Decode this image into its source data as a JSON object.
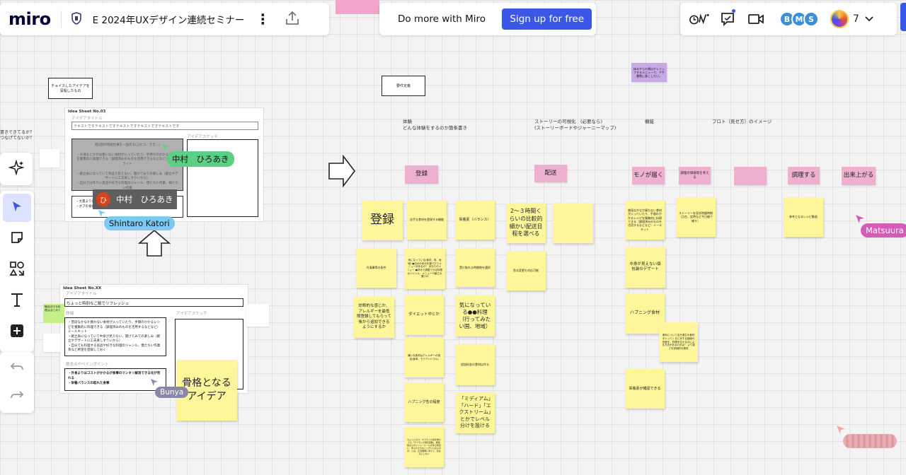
{
  "header": {
    "logo": "miro",
    "board_title": "E 2024年UXデザイン連続セミナー",
    "more_icon": "⋮"
  },
  "promo": {
    "text": "Do more with Miro",
    "signup_label": "Sign up for free"
  },
  "collaborators": {
    "avatars": [
      {
        "initial": "B",
        "color": "#3a8fd6"
      },
      {
        "initial": "M",
        "color": "#3a8fd6"
      },
      {
        "initial": "S",
        "color": "#3a8fd6"
      }
    ],
    "count": "7"
  },
  "left_frame": {
    "label_box": "チョイスしたアイデアを\n深堀したもの",
    "side_text": "書きできてるか？\nつなげてないか？",
    "sheet1_title": "Idea Sheet No.03",
    "sheet1_subtitle": "アイデアタイトル",
    "sheet1_input": "テキストですテキストですテキストですテキストですテキストです",
    "sheet1_sketch_label": "アイデアスケッチ",
    "sheet1_body": "週1回の時短仕事を一品作る(ふたつ、でき…)\n\n・冷凍なとかかは使いない食材が入っていたり、手持ちのかかるレシピを獲集的に調理できる（調理済みのものを活用できるなどなど）ホームライト\n\n・献立表になっていて単品で見えない、開けてみての楽しみ（献立やデザートに工夫楽しすりいから）\n・自分では作りい良品や好きな料理のジャンル、僕たちい作業、様たちい作業",
    "sheet1_note": "・大量よりはコストがかかる\n・オプの食提",
    "sheet2_title": "Idea Sheet No.XX",
    "sheet2_subtitle": "アイデアタイトル",
    "sheet2_input": "ちょっと特別なご飯でリフレッシュ",
    "sheet2_detail_label": "詳細",
    "sheet2_detail": "・普段なかなか買わない食材が入っていたり、手間のかかるレシピを獲集的に料理できる（調理済みのものを活用するなどなど）ミールキット\n・献立表になっていて中身が見えない、開けてみての楽しみ（献立やデザートに工夫楽しすりいから）\n・自分でも料理する良品や好きな料理のジャンル、僕たちい作業系など希望を登録しておく",
    "sheet2_sketch_label": "アイデアスケッチ",
    "sheet2_concern_label": "懸念点やペインポイント",
    "sheet2_concern": "・外食よりはコストがかかるが食事のマンネリ解消できる化が見れる\n・栄養バランスの取れた食事"
  },
  "left_stickies": {
    "skeleton": "骨格となる\nアイデア",
    "tiny_green": "魅品(好きな料理)はまとめて"
  },
  "right_frame": {
    "label_box": "要件定義",
    "col_experience": "体験\nどんな体験をするのか箇条書き",
    "col_story": "ストーリーの可視化　(必要なら)\n(ストーリーボードやジャーニーマップ)",
    "col_function": "機能",
    "col_prototype": "プロト（見せ方）のイメージ",
    "purple_note": "体みやらの頻出やレリックするメニューで、ア手書数に基こしたい。"
  },
  "pink_notes": [
    {
      "text": "登録"
    },
    {
      "text": "配送"
    },
    {
      "text": "モノが届く"
    },
    {
      "text": "調理の価値等を考える"
    },
    {
      "text": ""
    },
    {
      "text": "調理する"
    },
    {
      "text": "出来上がる"
    }
  ],
  "stickies": [
    {
      "text": "登録"
    },
    {
      "text": "苦手な食材を登録する機能"
    },
    {
      "text": "栄養素（バランス）"
    },
    {
      "text": "2〜３時間くらいの比較的細かい配送日程を選べる"
    },
    {
      "text": ""
    },
    {
      "text": "普段なかなか買わない食材が入っていたり、手間のかかるレシピを獲集的に料理できる（調理済みのものを活用するなどなど）ミールキット"
    },
    {
      "text": "ストーリーを見学時間時期（正在、定時など今日後で様々）"
    },
    {
      "text": "参考となるレシピ動画"
    },
    {
      "text": "冷凍庫等の条件"
    },
    {
      "text": "気になっている(食材、肉、地域)\n●自分の気分を選べたりメニューがあるの？ あなたのメニュー\n●好みで調整できる料理のジャンル、メニューや献立の選びの"
    },
    {
      "text": "受け取れる時間帯を選択"
    },
    {
      "text": "急な変更も対応可能"
    },
    {
      "text": "中身が見えない個包装のデザート"
    },
    {
      "text": "診断的な感じか、アレルギーを最低限登録してもらって後から追加できるようにするか"
    },
    {
      "text": "ダイエット中とか"
    },
    {
      "text": "気になっている●●料理（行ってみたい国、地域）"
    },
    {
      "text": "ハプニング食材"
    },
    {
      "text": "食料について自分達生ゆ食材が入ってくるに対する価値の形度を、料理を生かるのによる方法があるのかは？ より重さを詳細的な発信"
    },
    {
      "text": "嫌いな食材はアレルギーの項目(食卓、モクアンドマル)"
    },
    {
      "text": "追加料金の食材は作る"
    },
    {
      "text": "栄養素が確認できる"
    },
    {
      "text": "ハプニング性の程度"
    },
    {
      "text": "「ミディアム」「ハード」「エクストリーム」とかでレベル分けを設ける"
    },
    {
      "text": "ちょっとだけ、サプライズ感を味わえる「サプライズ満足度数」\n簡易版ならポイント・ルールがある想定に、学ぶ大それなことがいらないのか、とは、正直簡単に考えて、完全気にしない"
    }
  ],
  "cursors": [
    {
      "name": "中村　ひろあき",
      "color": "#5ccf85"
    },
    {
      "name": "中村　ひろあき",
      "color": "#5e5e5e",
      "avatar_initial": "ひ"
    },
    {
      "name": "Shintaro Katori",
      "color": "#7ccaf2"
    },
    {
      "name": "Bunya",
      "color": "#8a86a8"
    },
    {
      "name": "Matsuura",
      "color": "#d35cb7"
    }
  ]
}
